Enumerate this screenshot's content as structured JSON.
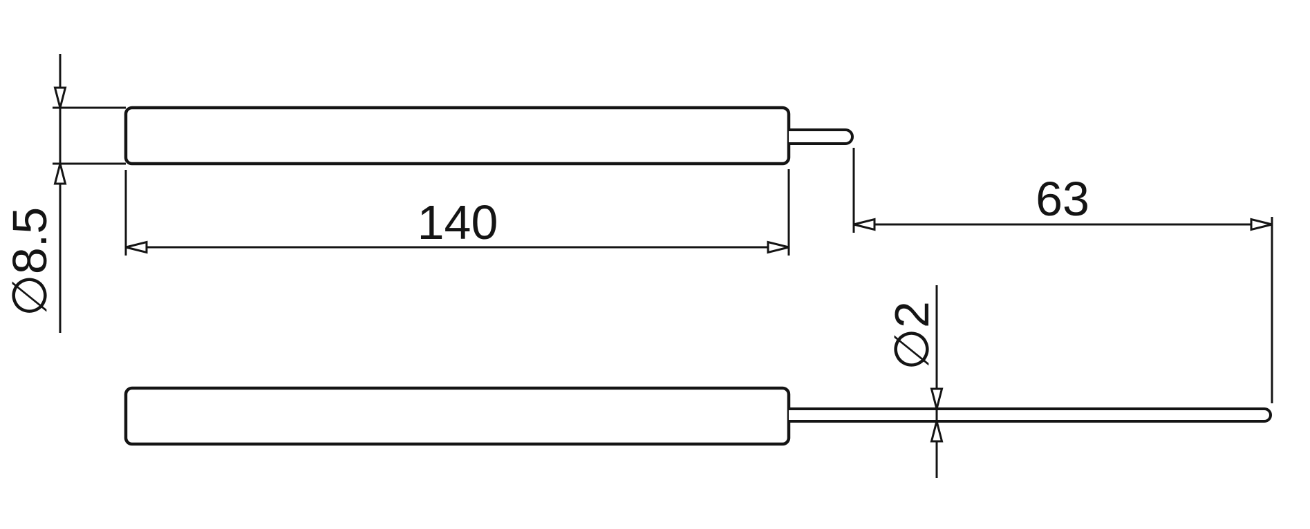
{
  "drawing": {
    "background_color": "#ffffff",
    "line_color": "#141414",
    "dimensions": {
      "body_diameter": "∅8.5",
      "body_length": "140",
      "lead_length": "63",
      "lead_diameter": "∅2"
    }
  }
}
